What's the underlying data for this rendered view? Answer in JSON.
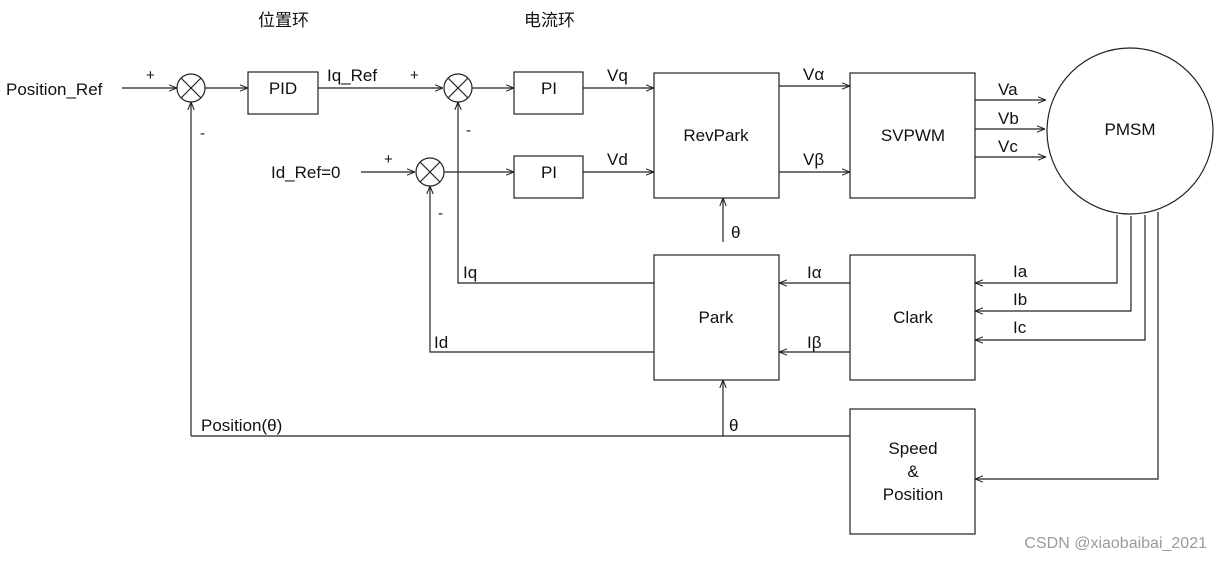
{
  "section_titles": {
    "position_loop": "位置环",
    "current_loop": "电流环"
  },
  "blocks": {
    "pid": "PID",
    "pi_q": "PI",
    "pi_d": "PI",
    "revpark": "RevPark",
    "svpwm": "SVPWM",
    "pmsm": "PMSM",
    "park": "Park",
    "clark": "Clark",
    "speed_position": [
      "Speed",
      "&",
      "Position"
    ]
  },
  "signals": {
    "position_ref": "Position_Ref",
    "iq_ref": "Iq_Ref",
    "id_ref": "Id_Ref=0",
    "vq": "Vq",
    "vd": "Vd",
    "v_alpha": "Vα",
    "v_beta": "Vβ",
    "va": "Va",
    "vb": "Vb",
    "vc": "Vc",
    "theta_top": "θ",
    "theta_bottom": "θ",
    "iq": "Iq",
    "id": "Id",
    "i_alpha": "Iα",
    "i_beta": "Iβ",
    "ia": "Ia",
    "ib": "Ib",
    "ic": "Ic",
    "position_theta": "Position(θ)"
  },
  "signs": {
    "s1_plus": "+",
    "s1_minus": "-",
    "s2_plus": "+",
    "s2_minus": "-",
    "s3_plus": "+",
    "s3_minus": "-"
  },
  "watermark": "CSDN @xiaobaibai_2021"
}
